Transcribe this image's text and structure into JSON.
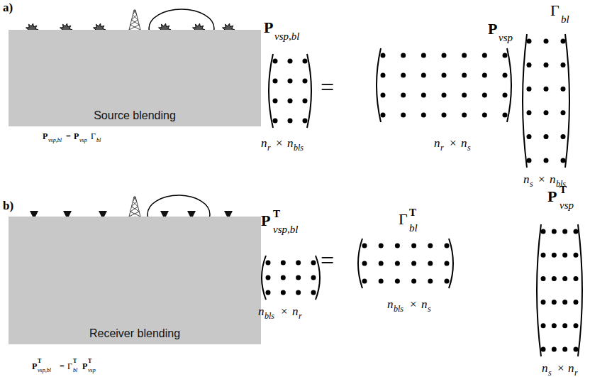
{
  "diagram": {
    "nodes": [
      {
        "text": [
          "Source blending"
        ]
      },
      {
        "text": [
          "Receiver blending"
        ]
      }
    ],
    "labels": [
      "a)",
      "P",
      "vsp,bl",
      "=",
      "P",
      "vsp",
      "Γ",
      "bl",
      "P",
      "vsp,bl",
      "=",
      "P",
      "vsp",
      "Γ",
      "bl",
      "n",
      "r",
      "×",
      "n",
      "bls",
      "n",
      "r",
      "×",
      "n",
      "s",
      "n",
      "s",
      "×",
      "n",
      "bls",
      "b)",
      "P",
      "T",
      "vsp,bl",
      "=",
      "Γ",
      "T",
      "bl",
      "P",
      "T",
      "vsp",
      "P",
      "T",
      "vsp,bl",
      "=",
      "Γ",
      "T",
      "bl",
      "P",
      "T",
      "vsp",
      "n",
      "bls",
      "×",
      "n",
      "r",
      "n",
      "bls",
      "×",
      "n",
      "s",
      "n",
      "s",
      "×",
      "n",
      "r"
    ]
  }
}
